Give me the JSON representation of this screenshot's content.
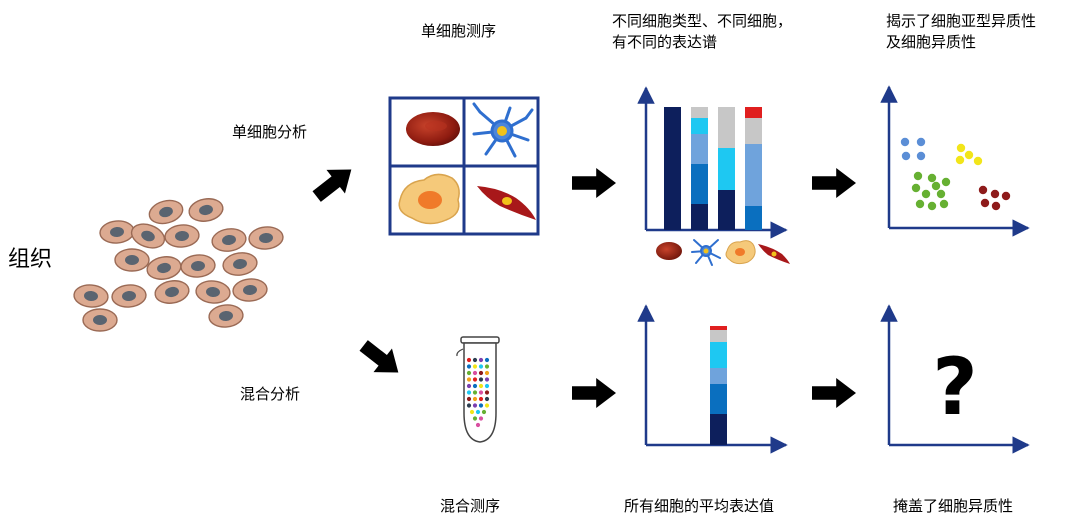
{
  "labels": {
    "tissue": "组织",
    "single_cell_analysis": "单细胞分析",
    "bulk_analysis": "混合分析",
    "single_cell_seq": "单细胞测序",
    "diff_profile_line1": "不同细胞类型、不同细胞，",
    "diff_profile_line2": "有不同的表达谱",
    "reveal_line1": "揭示了细胞亚型异质性",
    "reveal_line2": "及细胞异质性",
    "bulk_seq": "混合测序",
    "avg_expression": "所有细胞的平均表达值",
    "masks": "掩盖了细胞异质性",
    "question_mark": "?"
  },
  "colors": {
    "navy": "#0d1f5c",
    "blue": "#0a6fbf",
    "light_blue": "#6fa3dc",
    "cyan": "#1ec8f2",
    "gray": "#c7c7c7",
    "red": "#e01f1f",
    "axis": "#1f3a8a",
    "cell_fill": "#dcaa91",
    "cell_edge": "#9a6a55",
    "cell_nucleus": "#5a6470",
    "green": "#66b032",
    "yellow": "#f2e51a",
    "dark_red": "#8e1b1b",
    "steel_blue": "#5b8ed6"
  },
  "icons": {
    "single_cell_grid": [
      "red-blood-cell-icon",
      "neuron-icon",
      "macrophage-icon",
      "muscle-cell-icon"
    ],
    "tube": "microcentrifuge-tube-icon",
    "arrow": "right-arrow-icon"
  }
}
